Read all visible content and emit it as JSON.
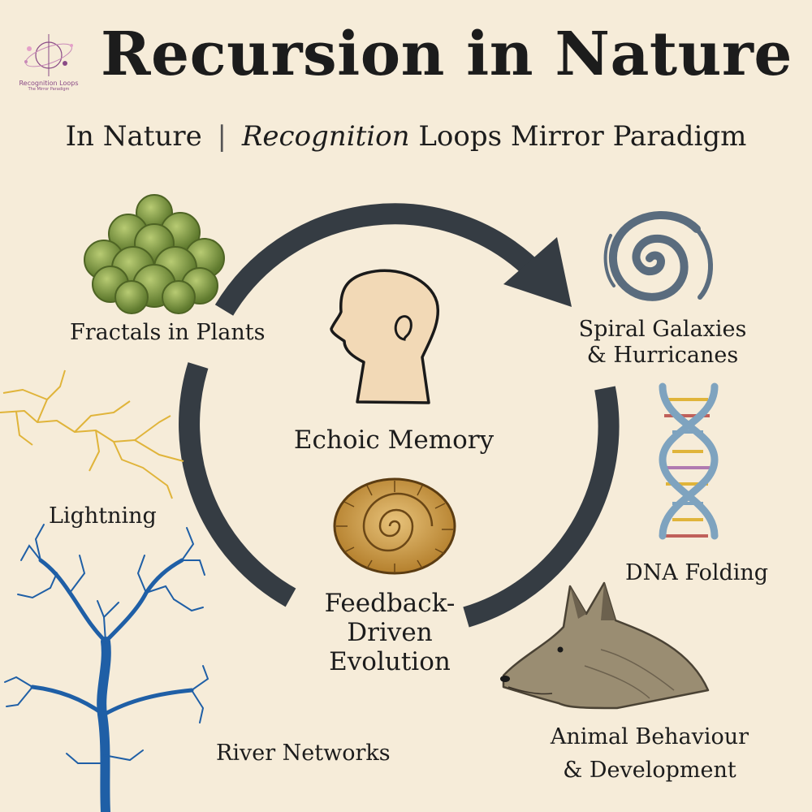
{
  "header": {
    "title": "Recursion in Nature",
    "subtitle_lead": "In Nature",
    "subtitle_separator": "|",
    "subtitle_emphasis": "Recognition",
    "subtitle_rest": "Loops Mirror Paradigm"
  },
  "logo": {
    "name": "Recognition Loops",
    "tagline": "The Mirror Paradigm"
  },
  "center": {
    "top_label": "Echoic Memory",
    "bottom_label_line1": "Feedback-",
    "bottom_label_line2": "Driven",
    "bottom_label_line3": "Evolution"
  },
  "examples": {
    "plants": "Fractals in Plants",
    "lightning": "Lightning",
    "rivers": "River Networks",
    "galaxies_line1": "Spiral Galaxies",
    "galaxies_line2": "& Hurricanes",
    "dna": "DNA Folding",
    "animal_line1": "Animal Behaviour",
    "animal_line2": "& Development"
  },
  "colors": {
    "background": "#f6ecd9",
    "loop_arrow": "#353c43",
    "river": "#1f5fa6",
    "lightning": "#e0b43a",
    "plant": "#8aa24c",
    "shell": "#c8963a",
    "galaxy": "#5a6c7e",
    "dna_strand": "#7ea3bf",
    "logo_accent": "#8a4a86"
  }
}
